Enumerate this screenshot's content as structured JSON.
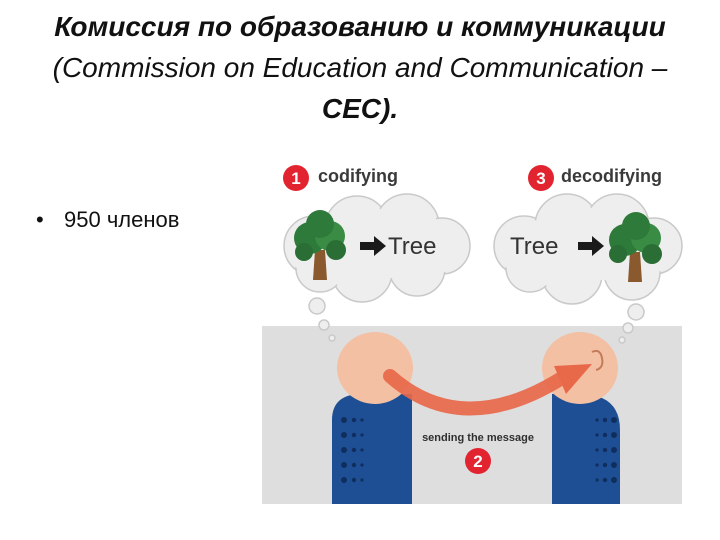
{
  "title": {
    "part1_bold": "Комиссия по образованию и коммуникации",
    "part2_regular": " (Commission on Education and Communication – ",
    "part3_bold": "CEC).",
    "part4_regular": ""
  },
  "bullets": [
    {
      "text": "950 членов"
    }
  ],
  "diagram": {
    "step1_number": "1",
    "step1_label": "codifying",
    "step2_number": "2",
    "step2_label": "sending the message",
    "step3_number": "3",
    "step3_label": "decodifying",
    "left_bubble_word": "Tree",
    "right_bubble_word": "Tree",
    "colors": {
      "badge": "#e22430",
      "arrow": "#e8684a",
      "body": "#1e4f94",
      "head": "#f3c0a4",
      "background_band": "#dedede",
      "cloud": "#eeeeee",
      "tree_foliage": "#2e7a3a",
      "tree_trunk": "#8a5a2e"
    }
  }
}
